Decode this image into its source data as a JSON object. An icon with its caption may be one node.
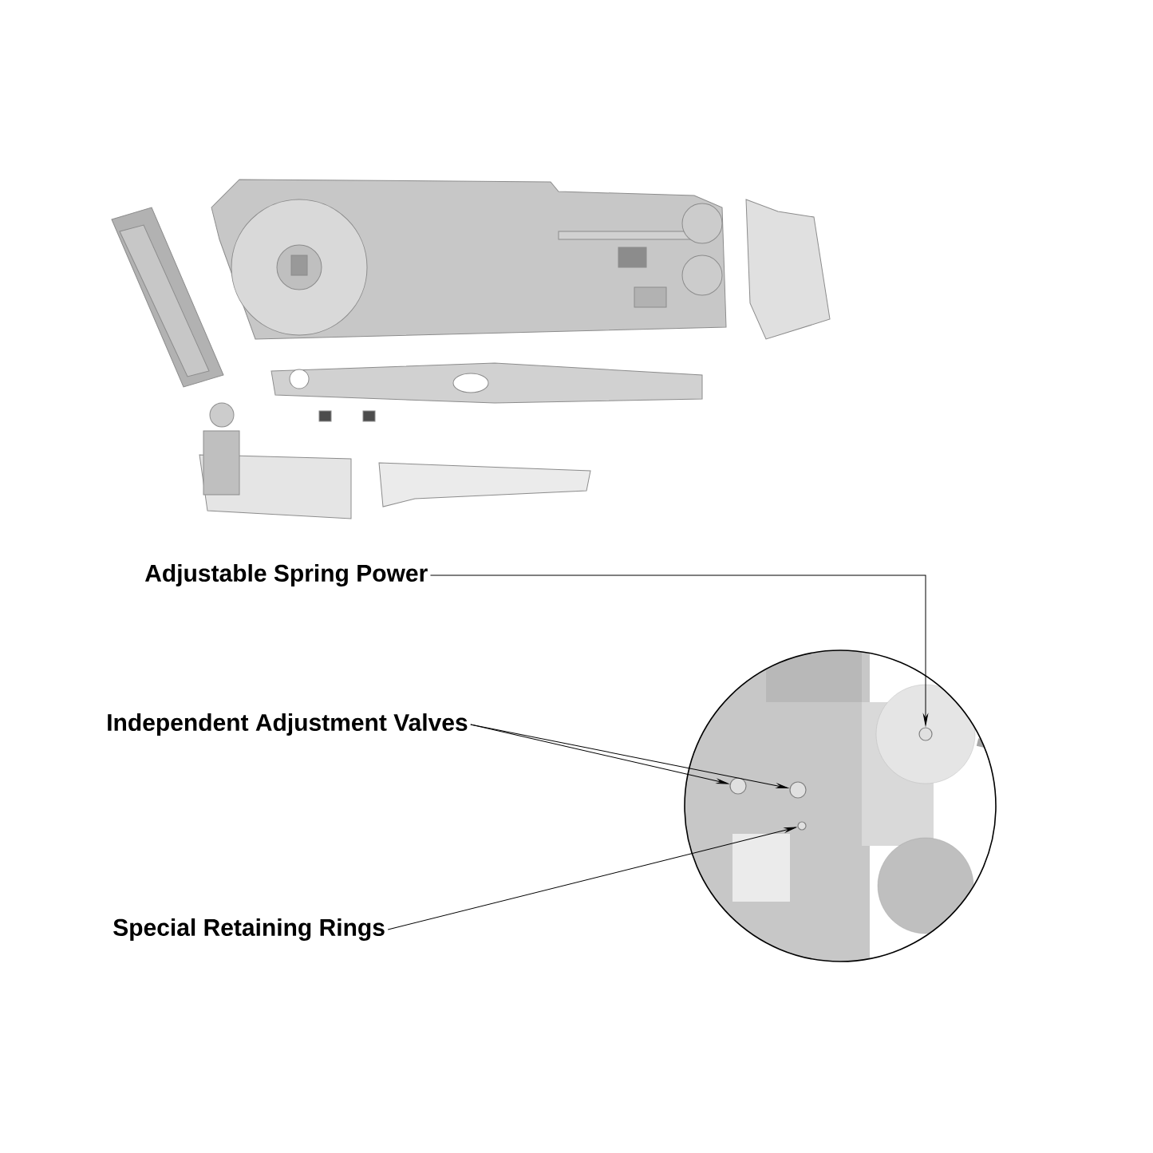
{
  "diagram": {
    "nodes": [
      {
        "text": [
          "Adjustable Spring Power"
        ]
      },
      {
        "text": [
          "Independent Adjustment Valves"
        ]
      },
      {
        "text": [
          "Special Retaining Rings"
        ]
      },
      {
        "text": [],
        "shape": "circle"
      },
      {
        "text": [],
        "shape": "circle"
      },
      {
        "text": [],
        "shape": "circle"
      },
      {
        "text": [],
        "shape": "circle"
      }
    ],
    "edges": [
      {
        "from": 0,
        "to": 3,
        "arrow": "to"
      },
      {
        "from": 1,
        "to": 4,
        "arrow": "to"
      },
      {
        "from": 1,
        "to": 5,
        "arrow": "to"
      },
      {
        "from": 2,
        "to": 6,
        "arrow": "to"
      }
    ]
  }
}
